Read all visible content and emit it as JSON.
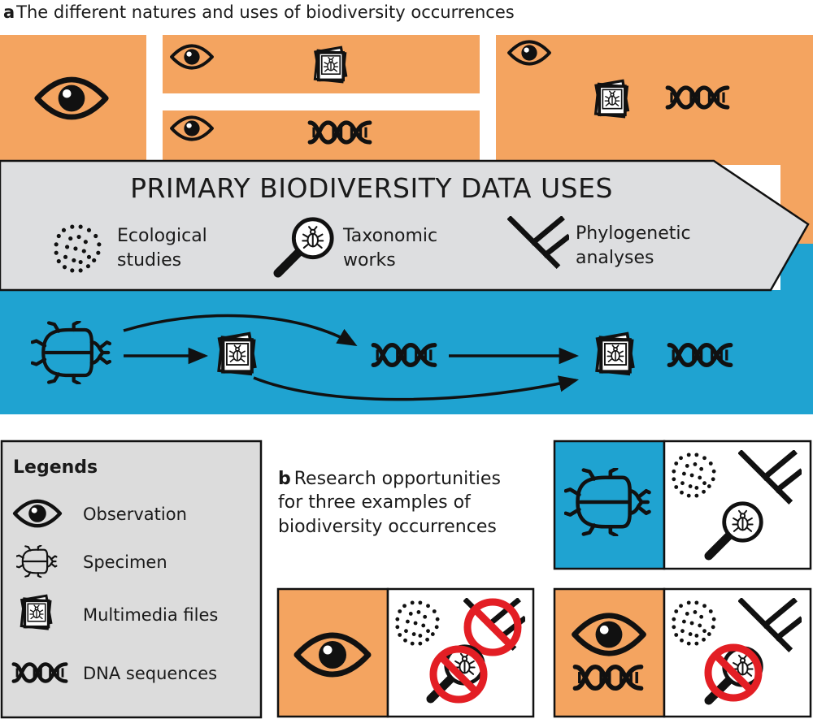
{
  "colors": {
    "orange": "#F4A460",
    "blue": "#1FA3D1",
    "banner_gray": "#DDDEE0",
    "legend_gray": "#DCDCDC",
    "prohibit_red": "#E31E24"
  },
  "panel_a": {
    "label": "a",
    "title": "The different natures and uses of biodiversity occurrences"
  },
  "banner": {
    "title": "PRIMARY BIODIVERSITY DATA USES",
    "uses": [
      {
        "icon": "ecological-dots-icon",
        "line1": "Ecological",
        "line2": "studies"
      },
      {
        "icon": "magnifier-specimen-icon",
        "line1": "Taxonomic",
        "line2": "works"
      },
      {
        "icon": "phylogeny-tree-icon",
        "line1": "Phylogenetic",
        "line2": "analyses"
      }
    ]
  },
  "legend": {
    "title": "Legends",
    "items": [
      {
        "icon": "eye-icon",
        "label": "Observation"
      },
      {
        "icon": "beetle-icon",
        "label": "Specimen"
      },
      {
        "icon": "photo-stack-icon",
        "label": "Multimedia files"
      },
      {
        "icon": "dna-icon",
        "label": "DNA sequences"
      }
    ]
  },
  "panel_b": {
    "label": "b",
    "line1": "Research opportunities",
    "line2": "for three examples of",
    "line3": "biodiversity occurrences"
  }
}
